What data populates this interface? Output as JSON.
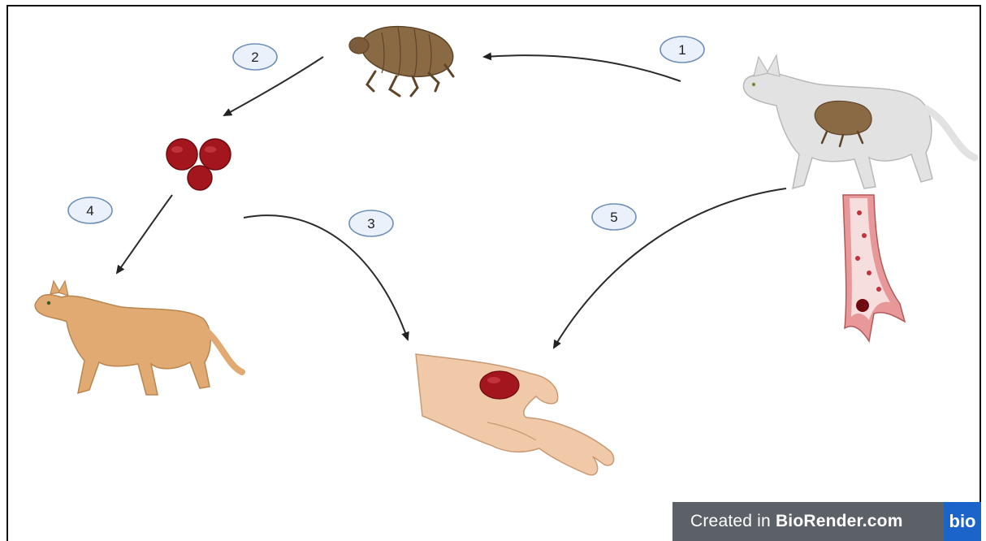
{
  "steps": [
    {
      "number": "1"
    },
    {
      "number": "2"
    },
    {
      "number": "3"
    },
    {
      "number": "4"
    },
    {
      "number": "5"
    }
  ],
  "watermark": {
    "prefix": "Created in ",
    "brand": "BioRender.com",
    "logo_text": "bio"
  },
  "colors": {
    "flea": "#8a6a45",
    "blood_cell": "#a3161e",
    "orange_cat": "#e0aa72",
    "grey_cat": "#e2e2e2",
    "skin": "#efc9a8",
    "vessel": "#e89898",
    "badge": "#5b6166",
    "logo": "#1b64c9",
    "step_circle_fill": "#eaf1fb",
    "step_circle_stroke": "#6f8fb8"
  }
}
